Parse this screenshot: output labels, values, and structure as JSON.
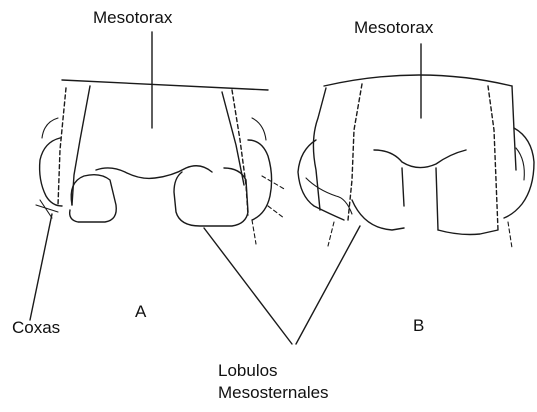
{
  "labels": {
    "mesotorax_a": "Mesotorax",
    "mesotorax_b": "Mesotorax",
    "coxas": "Coxas",
    "figure_a": "A",
    "figure_b": "B",
    "lobulos_line1": "Lobulos",
    "lobulos_line2": "Mesosternales"
  },
  "colors": {
    "ink": "#1a1a1a",
    "background": "#ffffff"
  }
}
